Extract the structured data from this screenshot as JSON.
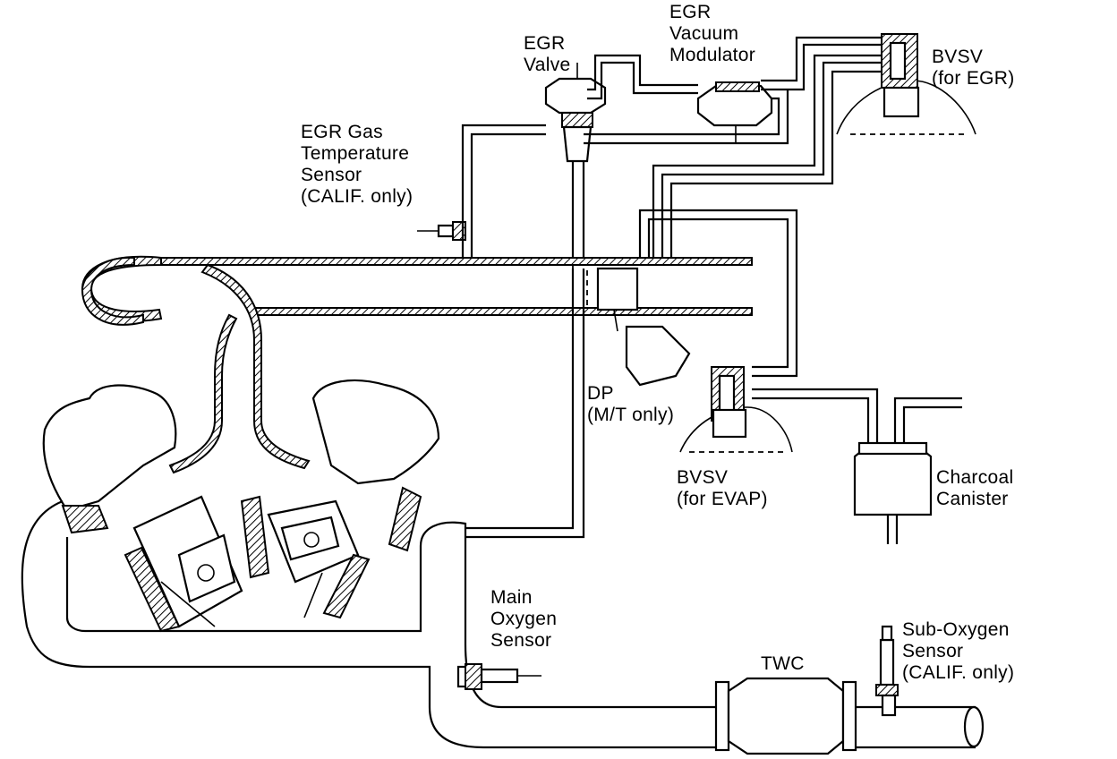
{
  "labels": {
    "egr_vacuum_modulator": [
      "EGR",
      "Vacuum",
      "Modulator"
    ],
    "egr_valve": [
      "EGR",
      "Valve"
    ],
    "bvsv_egr": [
      "BVSV",
      "(for EGR)"
    ],
    "egr_gas_temp_sensor": [
      "EGR Gas",
      "Temperature",
      "Sensor",
      "(CALIF. only)"
    ],
    "dp": [
      "DP",
      "(M/T only)"
    ],
    "bvsv_evap": [
      "BVSV",
      "(for EVAP)"
    ],
    "charcoal_canister": [
      "Charcoal",
      "Canister"
    ],
    "main_oxygen_sensor": [
      "Main",
      "Oxygen",
      "Sensor"
    ],
    "twc": [
      "TWC"
    ],
    "sub_oxygen_sensor": [
      "Sub-Oxygen",
      "Sensor",
      "(CALIF. only)"
    ]
  }
}
